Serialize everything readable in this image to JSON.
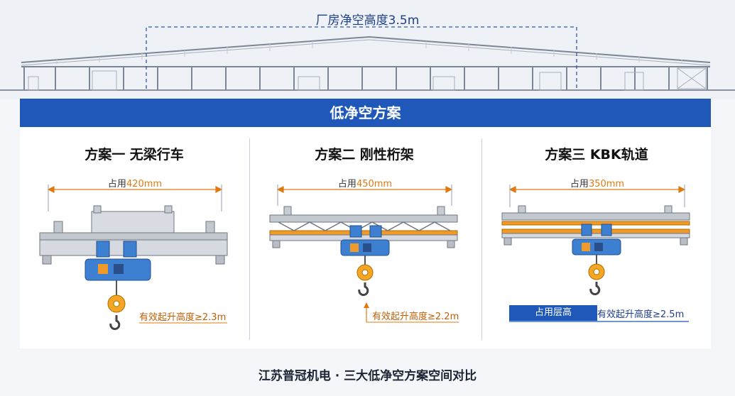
{
  "header": {
    "clear_height": "厂房净空高度3.5m"
  },
  "banner": {
    "title": "低净空方案"
  },
  "schemes": [
    {
      "title": "方案一 无梁行车",
      "occupy_label": "占用",
      "occupy_value": "420mm",
      "lift": "有效起升高度≥2.3m"
    },
    {
      "title": "方案二 刚性桁架",
      "occupy_label": "占用",
      "occupy_value": "450mm",
      "lift": "有效起升高度≥2.2m"
    },
    {
      "title": "方案三 KBK轨道",
      "occupy_label": "占用",
      "occupy_value": "350mm",
      "lift": "有效起升高度≥2.5m",
      "layer_tag": "占用层高"
    }
  ],
  "footer": {
    "caption": "江苏普冠机电 · 三大低净空方案空间对比"
  },
  "colors": {
    "brand_blue": "#1f58b8",
    "accent_orange": "#f09a2a",
    "hoist_blue": "#3d7fd0"
  }
}
